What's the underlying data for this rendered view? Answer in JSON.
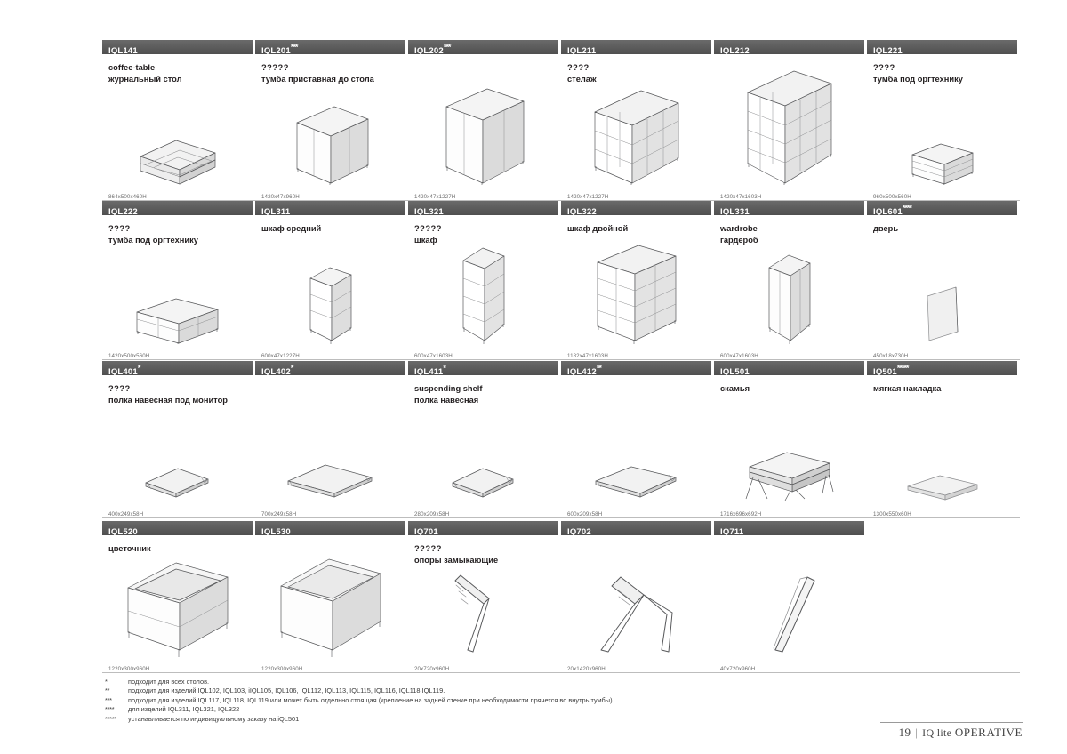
{
  "footer": {
    "page": "19",
    "separator": "|",
    "brand": "IQ lite",
    "collection": "OPERATIVE"
  },
  "notes": [
    {
      "marker": "*",
      "text": "подходит для всех столов."
    },
    {
      "marker": "**",
      "text": "подходит для изделий IQL102, IQL103, iIQL105, IQL106, IQL112, IQL113, IQL115, IQL116, IQL118,IQL119."
    },
    {
      "marker": "***",
      "text": "подходит для изделий IQL117, IQL118, IQL119 или может быть  отдельно стоящая (крепление на задней стенке при необходимости прячется во внутрь тумбы)"
    },
    {
      "marker": "****",
      "text": "для изделий IQL311, IQL321, IQL322"
    },
    {
      "marker": "*****",
      "text": "устанавливается по индивидуальному заказу на iQL501"
    }
  ],
  "rows": [
    {
      "cells": [
        {
          "code": "IQL141",
          "sup": "",
          "name_en": "coffee-table",
          "name_ru": "журнальный стол",
          "dim": "864x500x460H",
          "art": "coffee-table",
          "w": 172
        },
        {
          "code": "IQL201",
          "sup": "***",
          "name_en": "?????",
          "name_ru": "тумба приставная до стола",
          "dim": "1420x47x960H",
          "art": "cabinet-2door-wide",
          "w": 172
        },
        {
          "code": "IQL202",
          "sup": "***",
          "name_en": "",
          "name_ru": "",
          "dim": "1420x47x1227H",
          "art": "cabinet-tall-wide",
          "w": 172
        },
        {
          "code": "IQL211",
          "sup": "",
          "name_en": "????",
          "name_ru": "стелаж",
          "dim": "1420x47x1227H",
          "art": "shelving-3x3",
          "w": 172
        },
        {
          "code": "IQL212",
          "sup": "",
          "name_en": "",
          "name_ru": "",
          "dim": "1420x47x1603H",
          "art": "shelving-4x3",
          "w": 172
        },
        {
          "code": "IQL221",
          "sup": "",
          "name_en": "????",
          "name_ru": "тумба под оргтехнику",
          "dim": "960x500x560H",
          "art": "low-credenza",
          "w": 172
        }
      ]
    },
    {
      "cells": [
        {
          "code": "IQL222",
          "sup": "",
          "name_en": "????",
          "name_ru": "тумба под оргтехнику",
          "dim": "1420x500x560H",
          "art": "wide-credenza",
          "w": 172
        },
        {
          "code": "IQL311",
          "sup": "",
          "name_en": "шкаф средний",
          "name_ru": "",
          "dim": "600x47x1227H",
          "art": "cabinet-medium",
          "w": 172
        },
        {
          "code": "IQL321",
          "sup": "",
          "name_en": "?????",
          "name_ru": "шкаф",
          "dim": "600x47x1603H",
          "art": "shelf-narrow-tall",
          "w": 172
        },
        {
          "code": "IQL322",
          "sup": "",
          "name_en": "шкаф двойной",
          "name_ru": "",
          "dim": "1182x47x1603H",
          "art": "shelving-double-tall",
          "w": 172
        },
        {
          "code": "IQL331",
          "sup": "",
          "name_en": "wardrobe",
          "name_ru": "гардероб",
          "dim": "600x47x1603H",
          "art": "wardrobe",
          "w": 172
        },
        {
          "code": "IQL601",
          "sup": "****",
          "name_en": "дверь",
          "name_ru": "",
          "dim": "450x18x730H",
          "art": "door-panel",
          "w": 172
        }
      ]
    },
    {
      "cells": [
        {
          "code": "IQL401",
          "sup": "*",
          "name_en": "????",
          "name_ru": "полка навесная под монитор",
          "dim": "400x249x58H",
          "art": "shelf-small",
          "w": 172
        },
        {
          "code": "IQL402",
          "sup": "*",
          "name_en": "",
          "name_ru": "",
          "dim": "700x249x58H",
          "art": "shelf-wide",
          "w": 172
        },
        {
          "code": "IQL411",
          "sup": "*",
          "name_en": "suspending shelf",
          "name_ru": "полка навесная",
          "dim": "280x209x58H",
          "art": "shelf-mini",
          "w": 172
        },
        {
          "code": "IQL412",
          "sup": "**",
          "name_en": "",
          "name_ru": "",
          "dim": "600x209x58H",
          "art": "shelf-long",
          "w": 172
        },
        {
          "code": "IQL501",
          "sup": "",
          "name_en": "скамья",
          "name_ru": "",
          "dim": "1716x696x692H",
          "art": "bench",
          "w": 172
        },
        {
          "code": "IQ501",
          "sup": "*****",
          "name_en": "мягкая накладка",
          "name_ru": "",
          "dim": "1300x550x60H",
          "art": "seat-pad",
          "w": 172
        }
      ]
    },
    {
      "cells": [
        {
          "code": "IQL520",
          "sup": "",
          "name_en": "цветочник",
          "name_ru": "",
          "dim": "1220x300x960H",
          "art": "planter-open",
          "w": 172
        },
        {
          "code": "IQL530",
          "sup": "",
          "name_en": "",
          "name_ru": "",
          "dim": "1220x300x960H",
          "art": "planter-closed",
          "w": 172
        },
        {
          "code": "IQ701",
          "sup": "",
          "name_en": "?????",
          "name_ru": "опоры замыкающие",
          "dim": "20x720x960H",
          "art": "leg-single",
          "w": 172
        },
        {
          "code": "IQ702",
          "sup": "",
          "name_en": "",
          "name_ru": "",
          "dim": "20x1420x960H",
          "art": "leg-double",
          "w": 172
        },
        {
          "code": "IQ711",
          "sup": "",
          "name_en": "",
          "name_ru": "",
          "dim": "40x720x960H",
          "art": "leg-angled",
          "w": 172
        },
        {
          "code": "",
          "sup": "",
          "name_en": "",
          "name_ru": "",
          "dim": "",
          "art": "none",
          "w": 172
        }
      ]
    }
  ]
}
